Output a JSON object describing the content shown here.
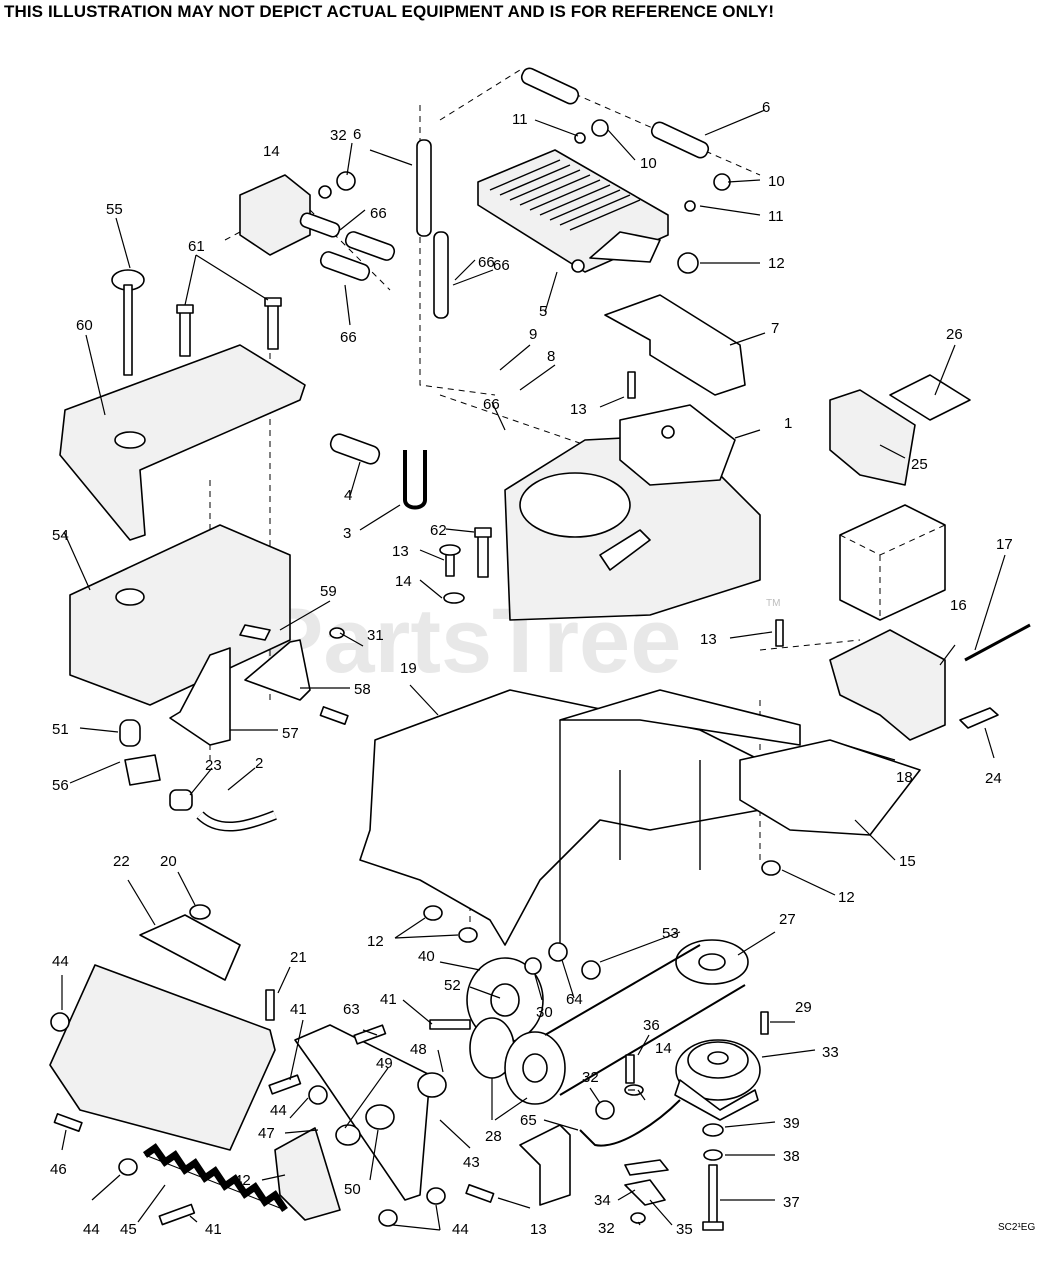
{
  "disclaimer": "THIS ILLUSTRATION MAY NOT DEPICT ACTUAL EQUIPMENT AND IS  FOR REFERENCE ONLY!",
  "watermark": "PartsTree",
  "watermark_tm": "TM",
  "drawing_code": "SC2¹EG",
  "callouts": [
    "1",
    "2",
    "3",
    "4",
    "5",
    "6",
    "6",
    "6",
    "7",
    "8",
    "9",
    "10",
    "10",
    "11",
    "11",
    "12",
    "12",
    "12",
    "13",
    "13",
    "13",
    "13",
    "14",
    "14",
    "14",
    "15",
    "16",
    "17",
    "18",
    "19",
    "20",
    "21",
    "22",
    "23",
    "24",
    "25",
    "26",
    "27",
    "28",
    "28",
    "29",
    "30",
    "31",
    "32",
    "32",
    "32",
    "33",
    "34",
    "35",
    "36",
    "37",
    "38",
    "39",
    "40",
    "41",
    "41",
    "41",
    "42",
    "43",
    "44",
    "44",
    "44",
    "44",
    "45",
    "46",
    "47",
    "48",
    "49",
    "50",
    "51",
    "52",
    "53",
    "54",
    "55",
    "56",
    "57",
    "58",
    "59",
    "60",
    "61",
    "62",
    "63",
    "64",
    "65",
    "66",
    "66",
    "66",
    "66"
  ]
}
